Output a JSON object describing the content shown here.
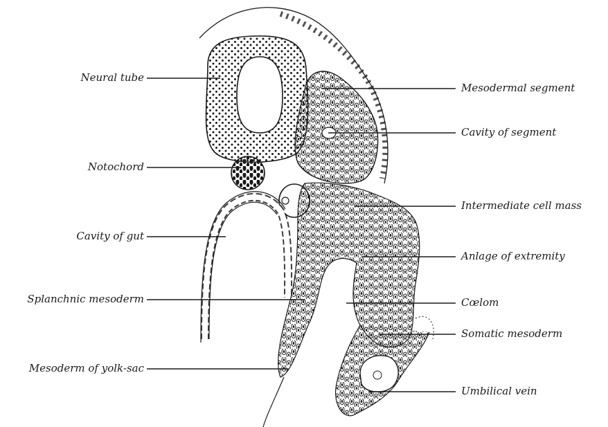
{
  "labels": {
    "neural_tube": "Neural tube",
    "notochord": "Notochord",
    "cavity_of_gut": "Cavity of gut",
    "splanchnic_mesoderm": "Splanchnic mesoderm",
    "mesoderm_of_yolk_sac": "Mesoderm of yolk-sac",
    "mesodermal_segment": "Mesodermal segment",
    "cavity_of_segment": "Cavity of segment",
    "intermediate_cell_mass": "Intermediate cell mass",
    "anlage_of_extremity": "Anlage of extremity",
    "coelom": "Cœlom",
    "somatic_mesoderm": "Somatic mesoderm",
    "umbilical_vein": "Umbilical vein"
  },
  "colors": {
    "ink": "#1a1a1a",
    "paper": "#ffffff"
  }
}
